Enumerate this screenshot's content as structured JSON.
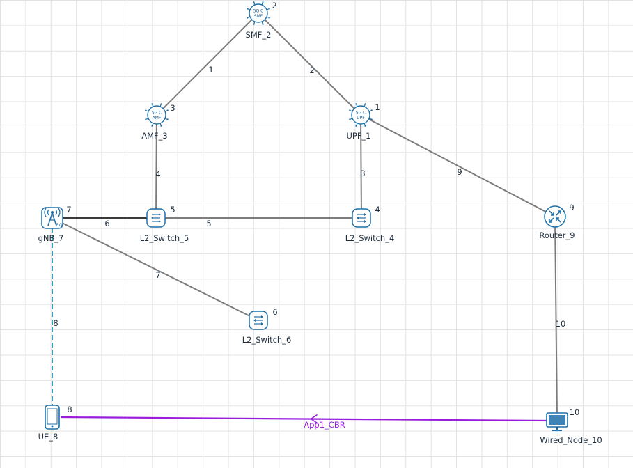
{
  "colors": {
    "link": "#7c7c7c",
    "dark_link": "#3a3a3a",
    "wireless": "#3c9bb5",
    "app": "#9a1ddc",
    "icon_stroke": "#1d6fa8",
    "icon_fill": "#eef6fb"
  },
  "nodes": [
    {
      "id": "smf_2",
      "type": "5g-core",
      "core_text": "SMF",
      "label": "SMF_2",
      "number": "2"
    },
    {
      "id": "amf_3",
      "type": "5g-core",
      "core_text": "AMF",
      "label": "AMF_3",
      "number": "3"
    },
    {
      "id": "upf_1",
      "type": "5g-core",
      "core_text": "UPF",
      "label": "UPF_1",
      "number": "1"
    },
    {
      "id": "gnb_7",
      "type": "gnb",
      "label": "gNB_7",
      "number": "7"
    },
    {
      "id": "l2_switch_5",
      "type": "switch",
      "label": "L2_Switch_5",
      "number": "5"
    },
    {
      "id": "l2_switch_4",
      "type": "switch",
      "label": "L2_Switch_4",
      "number": "4"
    },
    {
      "id": "router_9",
      "type": "router",
      "label": "Router_9",
      "number": "9"
    },
    {
      "id": "l2_switch_6",
      "type": "switch",
      "label": "L2_Switch_6",
      "number": "6"
    },
    {
      "id": "ue_8",
      "type": "ue",
      "label": "UE_8",
      "number": "8"
    },
    {
      "id": "wired_node_10",
      "type": "wired",
      "label": "Wired_Node_10",
      "number": "10"
    }
  ],
  "links": [
    {
      "id": "link-1",
      "label": "1",
      "from": "smf_2",
      "to": "amf_3",
      "style": "wired"
    },
    {
      "id": "link-2",
      "label": "2",
      "from": "smf_2",
      "to": "upf_1",
      "style": "wired"
    },
    {
      "id": "link-3",
      "label": "3",
      "from": "upf_1",
      "to": "l2_switch_4",
      "style": "wired"
    },
    {
      "id": "link-4",
      "label": "4",
      "from": "amf_3",
      "to": "l2_switch_5",
      "style": "wired"
    },
    {
      "id": "link-5",
      "label": "5",
      "from": "l2_switch_5",
      "to": "l2_switch_4",
      "style": "wired"
    },
    {
      "id": "link-6",
      "label": "6",
      "from": "gnb_7",
      "to": "l2_switch_5",
      "style": "wired-dark"
    },
    {
      "id": "link-7",
      "label": "7",
      "from": "gnb_7",
      "to": "l2_switch_6",
      "style": "wired"
    },
    {
      "id": "link-8",
      "label": "8",
      "from": "gnb_7",
      "to": "ue_8",
      "style": "wireless"
    },
    {
      "id": "link-9",
      "label": "9",
      "from": "upf_1",
      "to": "router_9",
      "style": "wired"
    },
    {
      "id": "link-10",
      "label": "10",
      "from": "router_9",
      "to": "wired_node_10",
      "style": "wired"
    }
  ],
  "applications": [
    {
      "id": "app1",
      "label": "App1_CBR",
      "from": "wired_node_10",
      "to": "ue_8"
    }
  ]
}
